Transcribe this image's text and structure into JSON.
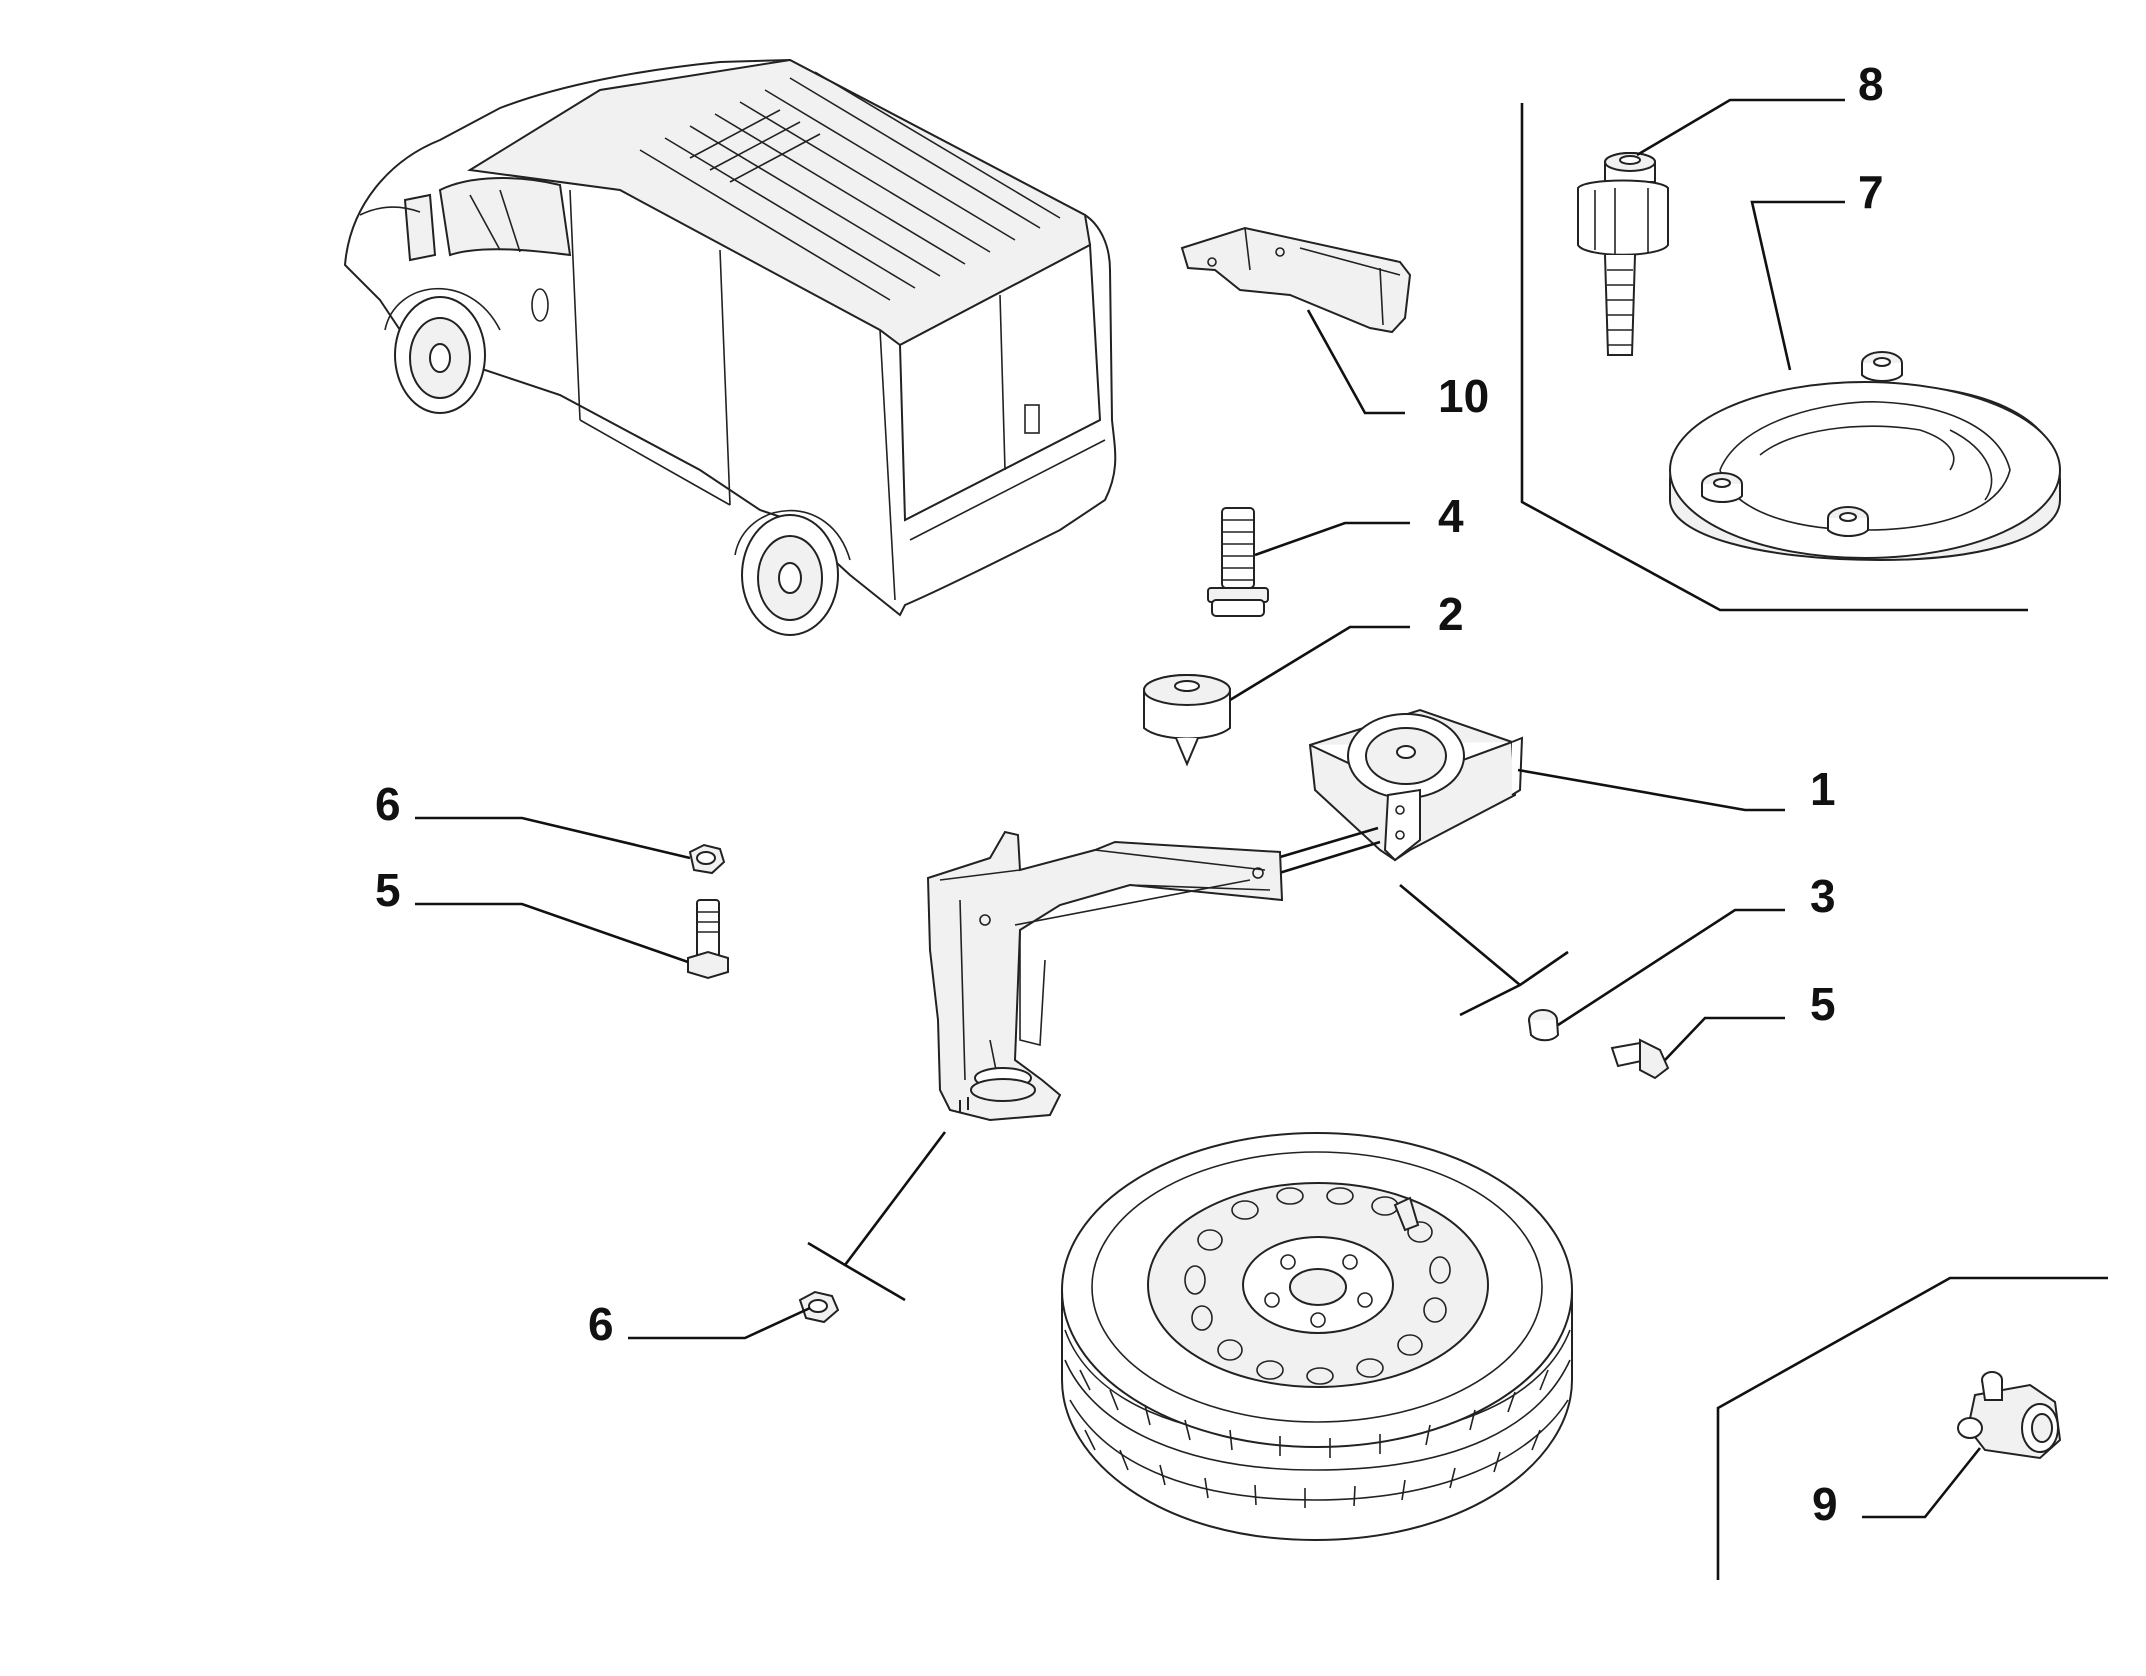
{
  "diagram": {
    "callouts": [
      "8",
      "7",
      "10",
      "4",
      "2",
      "1",
      "6",
      "5",
      "3",
      "5",
      "6",
      "9"
    ],
    "parts": [
      {
        "id": "van",
        "icon": "delivery-van-icon"
      },
      {
        "id": "bracket",
        "icon": "mounting-bracket-icon"
      },
      {
        "id": "bolt-long",
        "icon": "bolt-icon"
      },
      {
        "id": "bump-stop",
        "icon": "rubber-bump-stop-icon"
      },
      {
        "id": "winch",
        "icon": "spare-wheel-winch-icon"
      },
      {
        "id": "carrier-arm",
        "icon": "carrier-arm-icon"
      },
      {
        "id": "nut-top",
        "icon": "hex-nut-icon"
      },
      {
        "id": "bolt-short",
        "icon": "bolt-icon"
      },
      {
        "id": "nut-bottom",
        "icon": "hex-nut-icon"
      },
      {
        "id": "plug",
        "icon": "plug-icon"
      },
      {
        "id": "bolt-right",
        "icon": "bolt-icon"
      },
      {
        "id": "spare-wheel",
        "icon": "spare-wheel-icon"
      },
      {
        "id": "anti-theft-bolt",
        "icon": "anti-theft-bolt-icon"
      },
      {
        "id": "wheel-lock-plate",
        "icon": "wheel-lock-plate-icon"
      },
      {
        "id": "adapter",
        "icon": "adapter-fitting-icon"
      }
    ]
  }
}
